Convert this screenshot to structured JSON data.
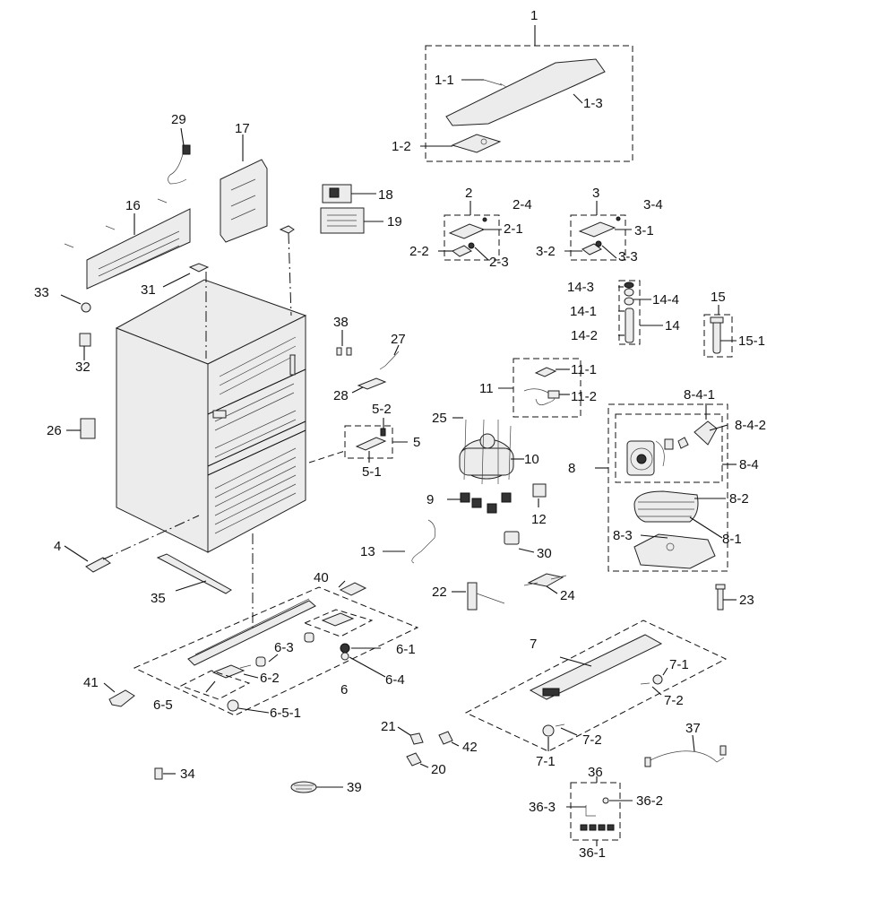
{
  "labels": {
    "l1": "1",
    "l1_1": "1-1",
    "l1_2": "1-2",
    "l1_3": "1-3",
    "l2": "2",
    "l2_1": "2-1",
    "l2_2": "2-2",
    "l2_3": "2-3",
    "l2_4": "2-4",
    "l3": "3",
    "l3_1": "3-1",
    "l3_2": "3-2",
    "l3_3": "3-3",
    "l3_4": "3-4",
    "l4": "4",
    "l5": "5",
    "l5_1": "5-1",
    "l5_2": "5-2",
    "l6": "6",
    "l6_1": "6-1",
    "l6_2": "6-2",
    "l6_3": "6-3",
    "l6_4": "6-4",
    "l6_5": "6-5",
    "l6_5_1": "6-5-1",
    "l7": "7",
    "l7_1a": "7-1",
    "l7_1b": "7-1",
    "l7_2a": "7-2",
    "l7_2b": "7-2",
    "l8": "8",
    "l8_1": "8-1",
    "l8_2": "8-2",
    "l8_3": "8-3",
    "l8_4": "8-4",
    "l8_4_1": "8-4-1",
    "l8_4_2": "8-4-2",
    "l9": "9",
    "l10": "10",
    "l11": "11",
    "l11_1": "11-1",
    "l11_2": "11-2",
    "l12": "12",
    "l13": "13",
    "l14": "14",
    "l14_1": "14-1",
    "l14_2": "14-2",
    "l14_3": "14-3",
    "l14_4": "14-4",
    "l15": "15",
    "l15_1": "15-1",
    "l16": "16",
    "l17": "17",
    "l18": "18",
    "l19": "19",
    "l20": "20",
    "l21": "21",
    "l22": "22",
    "l23": "23",
    "l24": "24",
    "l25": "25",
    "l26": "26",
    "l27": "27",
    "l28": "28",
    "l29": "29",
    "l30": "30",
    "l31": "31",
    "l32": "32",
    "l33": "33",
    "l34": "34",
    "l35": "35",
    "l36": "36",
    "l36_1": "36-1",
    "l36_2": "36-2",
    "l36_3": "36-3",
    "l37": "37",
    "l38": "38",
    "l39": "39",
    "l40": "40",
    "l41": "41",
    "l42": "42"
  },
  "colors": {
    "line": "#111111",
    "part_fill": "#ececec",
    "background": "#ffffff"
  }
}
